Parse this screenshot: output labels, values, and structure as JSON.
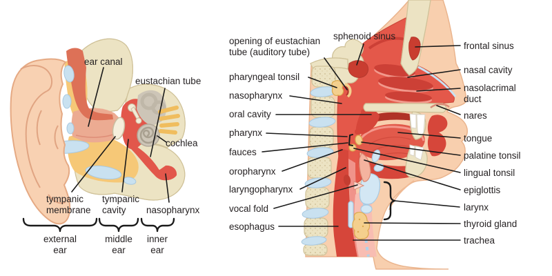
{
  "title": "Ear and upper respiratory tract anatomy diagram",
  "colors": {
    "tissue_red": "#e4584a",
    "dark_red": "#c93d30",
    "muscle_red": "#d6463a",
    "pink": "#f2998c",
    "bone_beige": "#ece3c3",
    "skin": "#f8cfae",
    "cartilage_blue": "#c9e1f0",
    "fat_yellow": "#f6c877",
    "nerve_yellow": "#f0bd5e",
    "inner_ear_gray": "#cdc5b7",
    "membrane_cream": "#f5eedb",
    "leader_line": "#1a1a1a",
    "label_text": "#231f20"
  },
  "ear_figure": {
    "labels": {
      "ear_canal": "ear canal",
      "eustachian_tube": "eustachian tube",
      "cochlea": "cochlea",
      "tympanic_membrane": [
        "tympanic",
        "membrane"
      ],
      "tympanic_cavity": [
        "tympanic",
        "cavity"
      ],
      "nasopharynx": "nasopharynx"
    },
    "region_braces": {
      "external_ear": [
        "external",
        "ear"
      ],
      "middle_ear": [
        "middle",
        "ear"
      ],
      "inner_ear": [
        "inner",
        "ear"
      ]
    }
  },
  "head_figure": {
    "top_labels": {
      "sphenoid_sinus": "sphenoid sinus"
    },
    "left_labels": {
      "opening_of_eustachian_tube": [
        "opening of eustachian",
        "tube (auditory tube)"
      ],
      "pharyngeal_tonsil": "pharyngeal tonsil",
      "nasopharynx": "nasopharynx",
      "oral_cavity": "oral cavity",
      "pharynx": "pharynx",
      "fauces": "fauces",
      "oropharynx": "oropharynx",
      "laryngopharynx": "laryngopharynx",
      "vocal_fold": "vocal fold",
      "esophagus": "esophagus"
    },
    "right_labels": {
      "frontal_sinus": "frontal sinus",
      "nasal_cavity": "nasal cavity",
      "nasolacrimal_duct": [
        "nasolacrimal",
        "duct"
      ],
      "nares": "nares",
      "tongue": "tongue",
      "palatine_tonsil": "palatine tonsil",
      "lingual_tonsil": "lingual tonsil",
      "epiglottis": "epiglottis",
      "larynx": "larynx",
      "thyroid_gland": "thyroid gland",
      "trachea": "trachea"
    }
  }
}
